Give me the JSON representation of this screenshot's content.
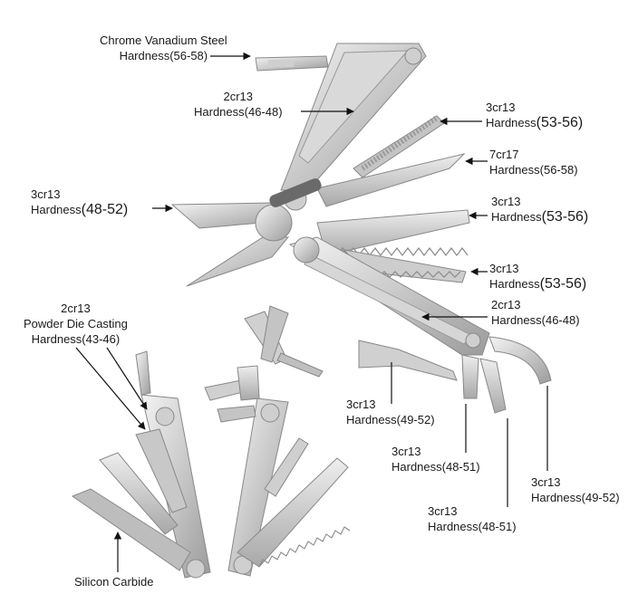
{
  "labels": {
    "bit": {
      "line1": "Chrome Vanadium Steel",
      "line2": "Hardness(56-58)"
    },
    "handle_top": {
      "line1": "2cr13",
      "line2": "Hardness(46-48)"
    },
    "file": {
      "line1": "3cr13",
      "line2": "Hardness",
      "line2_value": "(53-56)"
    },
    "knife": {
      "line1": "7cr17",
      "line2": "Hardness(56-58)"
    },
    "pliers": {
      "line1": "3cr13",
      "line2": "Hardness",
      "line2_value": "(48-52)"
    },
    "saw_top": {
      "line1": "3cr13",
      "line2": "Hardness",
      "line2_value": "(53-56)"
    },
    "saw_mid": {
      "line1": "3cr13",
      "line2": "Hardness",
      "line2_value": "(53-56)"
    },
    "handle_bottom": {
      "line1": "2cr13",
      "line2": "Hardness(46-48)"
    },
    "die_cast": {
      "line1": "2cr13",
      "line2": "Powder Die Casting",
      "line3": "Hardness(43-46)"
    },
    "scissors": {
      "line1": "3cr13",
      "line2": "Hardness(49-52)"
    },
    "driver_1": {
      "line1": "3cr13",
      "line2": "Hardness(48-51)"
    },
    "driver_2": {
      "line1": "3cr13",
      "line2": "Hardness",
      "line2_value": "(48-51)"
    },
    "opener": {
      "line1": "3cr13",
      "line2": "Hardness(49-52)"
    },
    "sharpener": {
      "line1": "Silicon Carbide"
    }
  },
  "colors": {
    "steel_light": "#e6e6e6",
    "steel_mid": "#bdbdbd",
    "steel_dark": "#8a8a8a",
    "text": "#1a1a1a"
  }
}
